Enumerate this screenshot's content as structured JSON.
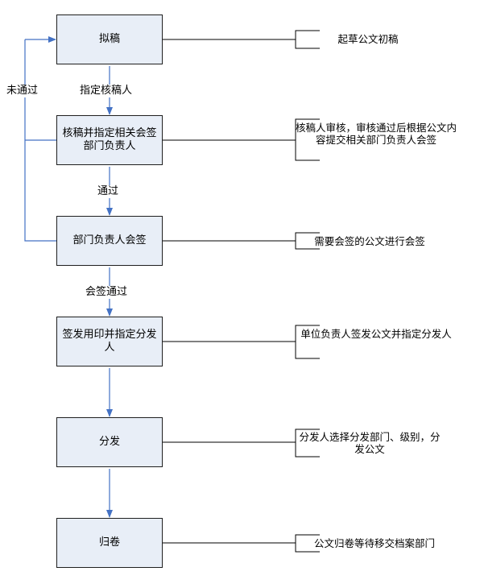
{
  "steps": [
    {
      "label": "拟稿",
      "note": "起草公文初稿"
    },
    {
      "label": "核稿并指定相关会签部门负责人",
      "note": "核稿人审核，审核通过后根据公文内容提交相关部门负责人会签"
    },
    {
      "label": "部门负责人会签",
      "note": "需要会签的公文进行会签"
    },
    {
      "label": "签发用印并指定分发人",
      "note": "单位负责人签发公文并指定分发人"
    },
    {
      "label": "分发",
      "note": "分发人选择分发部门、级别，分发公文"
    },
    {
      "label": "归卷",
      "note": "公文归卷等待移交档案部门"
    }
  ],
  "edges": {
    "e1": "指定核稿人",
    "e2": "通过",
    "e3": "会签通过",
    "reject": "未通过"
  },
  "colors": {
    "box_fill": "#e8eef7",
    "box_border": "#1f1f1f",
    "arrow": "#4472c4",
    "connector": "#000000"
  }
}
